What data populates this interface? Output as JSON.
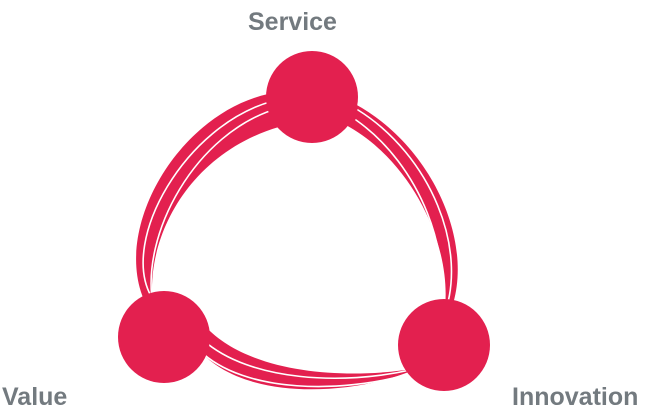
{
  "diagram": {
    "nodes": [
      {
        "label": "Service"
      },
      {
        "label": "Value"
      },
      {
        "label": "Innovation"
      }
    ]
  },
  "colors": {
    "accent": "#e3204f",
    "label": "#737a7f",
    "background": "#ffffff"
  }
}
